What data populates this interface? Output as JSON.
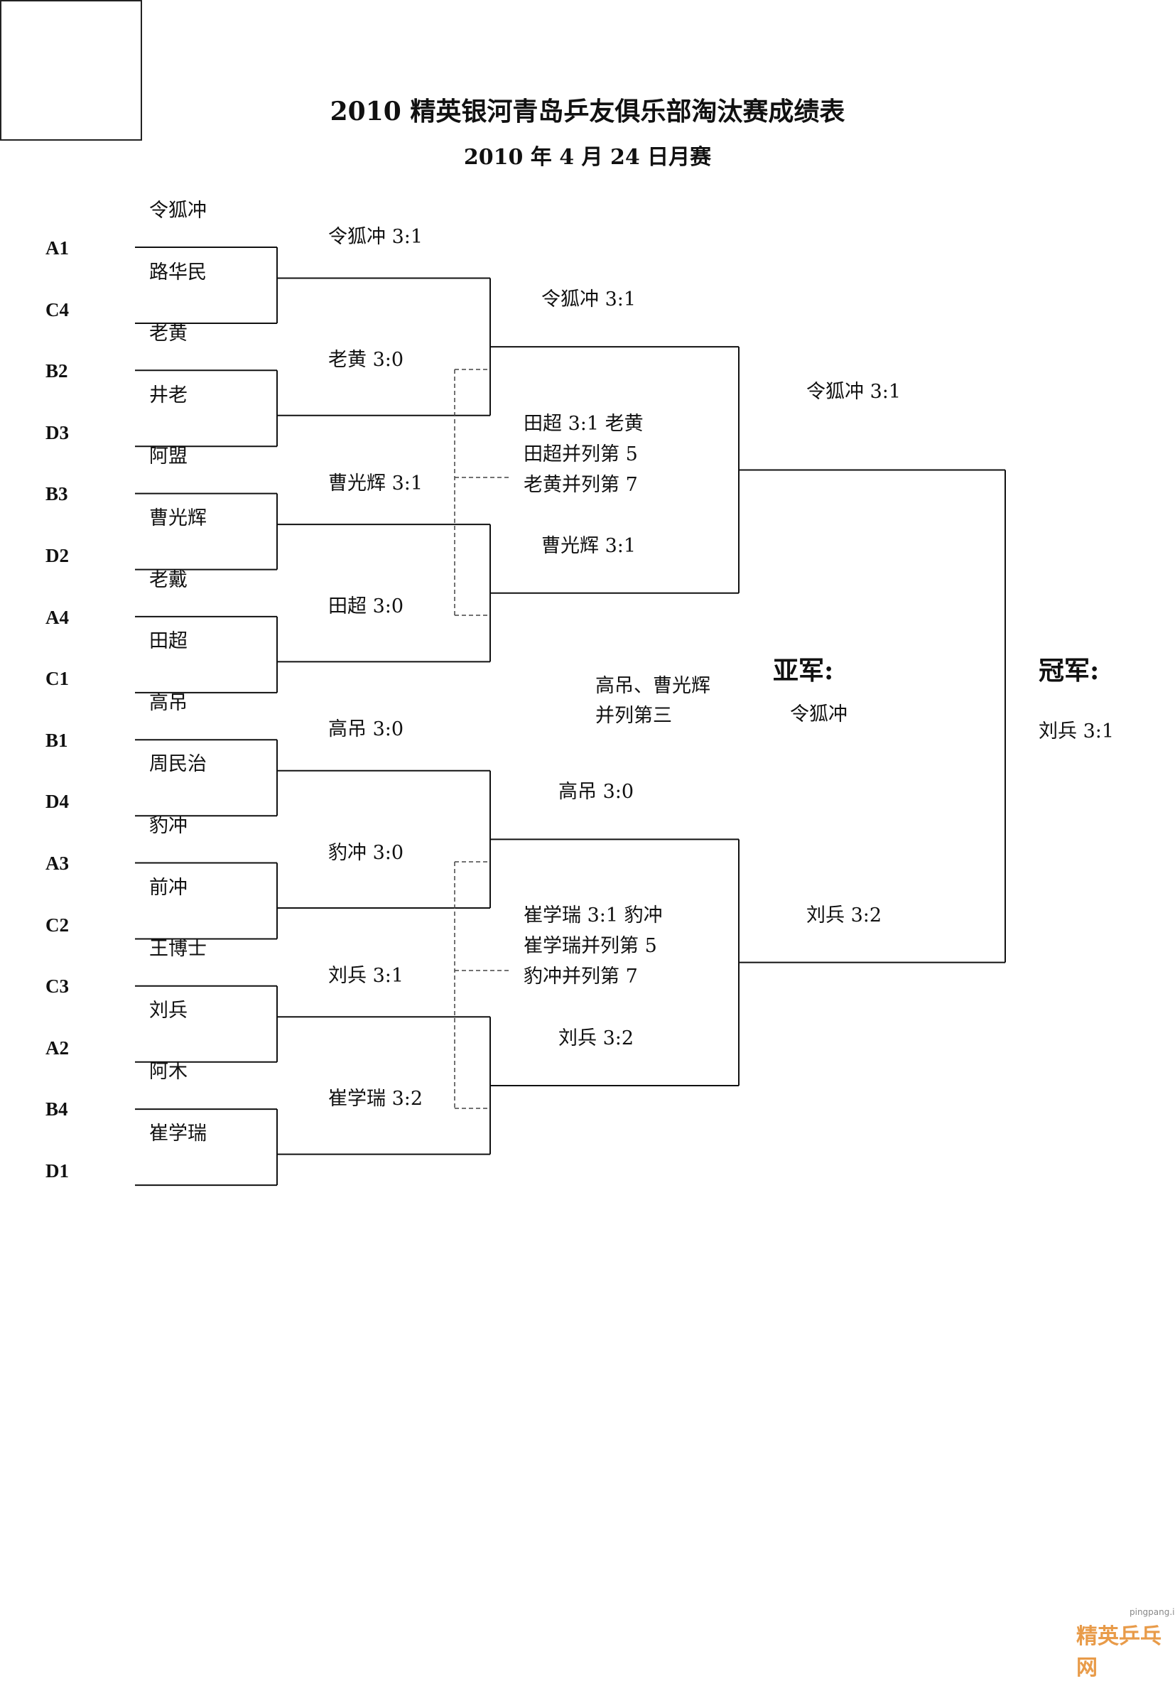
{
  "header": {
    "title": "2010 精英银河青岛乒友俱乐部淘汰赛成绩表",
    "subtitle": "2010 年 4 月 24 日月赛"
  },
  "seeds": [
    "A1",
    "C4",
    "B2",
    "D3",
    "B3",
    "D2",
    "A4",
    "C1",
    "B1",
    "D4",
    "A3",
    "C2",
    "C3",
    "A2",
    "B4",
    "D1"
  ],
  "players": [
    "令狐冲",
    "路华民",
    "老黄",
    "井老",
    "阿盟",
    "曹光辉",
    "老戴",
    "田超",
    "高吊",
    "周民治",
    "豹冲",
    "前冲",
    "王博士",
    "刘兵",
    "阿木",
    "崔学瑞"
  ],
  "round1": [
    "令狐冲 3:1",
    "老黄 3:0",
    "曹光辉 3:1",
    "田超 3:0",
    "高吊 3:0",
    "豹冲 3:0",
    "刘兵 3:1",
    "崔学瑞 3:2"
  ],
  "round2": [
    "令狐冲 3:1",
    "曹光辉 3:1",
    "高吊 3:0",
    "刘兵 3:2"
  ],
  "placement_upper": [
    "田超 3:1 老黄",
    "田超并列第 5",
    "老黄并列第 7"
  ],
  "placement_lower": [
    "崔学瑞 3:1 豹冲",
    "崔学瑞并列第 5",
    "豹冲并列第 7"
  ],
  "semis": [
    "令狐冲 3:1",
    "刘兵 3:2"
  ],
  "third_place": [
    "高吊、曹光辉",
    "并列第三"
  ],
  "runner_up": {
    "label": "亚军:",
    "name": "令狐冲"
  },
  "champion": {
    "label": "冠军:",
    "result": "刘兵 3:1"
  },
  "watermark": {
    "brand": "精英乒乓网",
    "url": "pingpang.info"
  }
}
